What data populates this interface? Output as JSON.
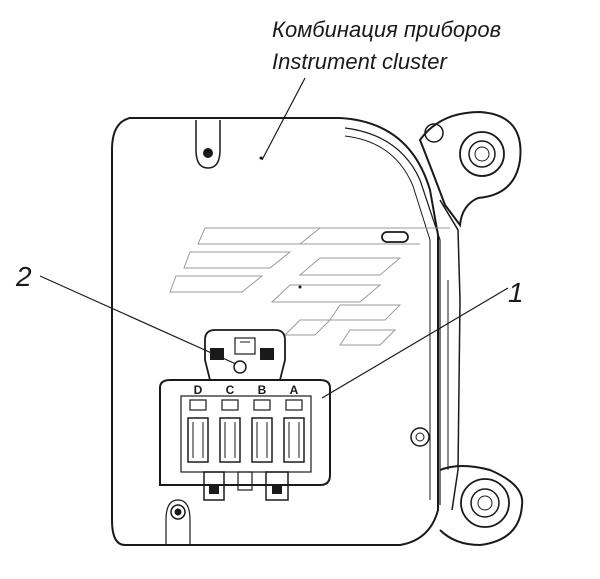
{
  "caption": {
    "line_ru": "Комбинация приборов",
    "line_en": "Instrument cluster"
  },
  "callouts": {
    "item_1": "1",
    "item_2": "2"
  },
  "connector": {
    "pins": [
      "D",
      "C",
      "B",
      "A"
    ]
  }
}
